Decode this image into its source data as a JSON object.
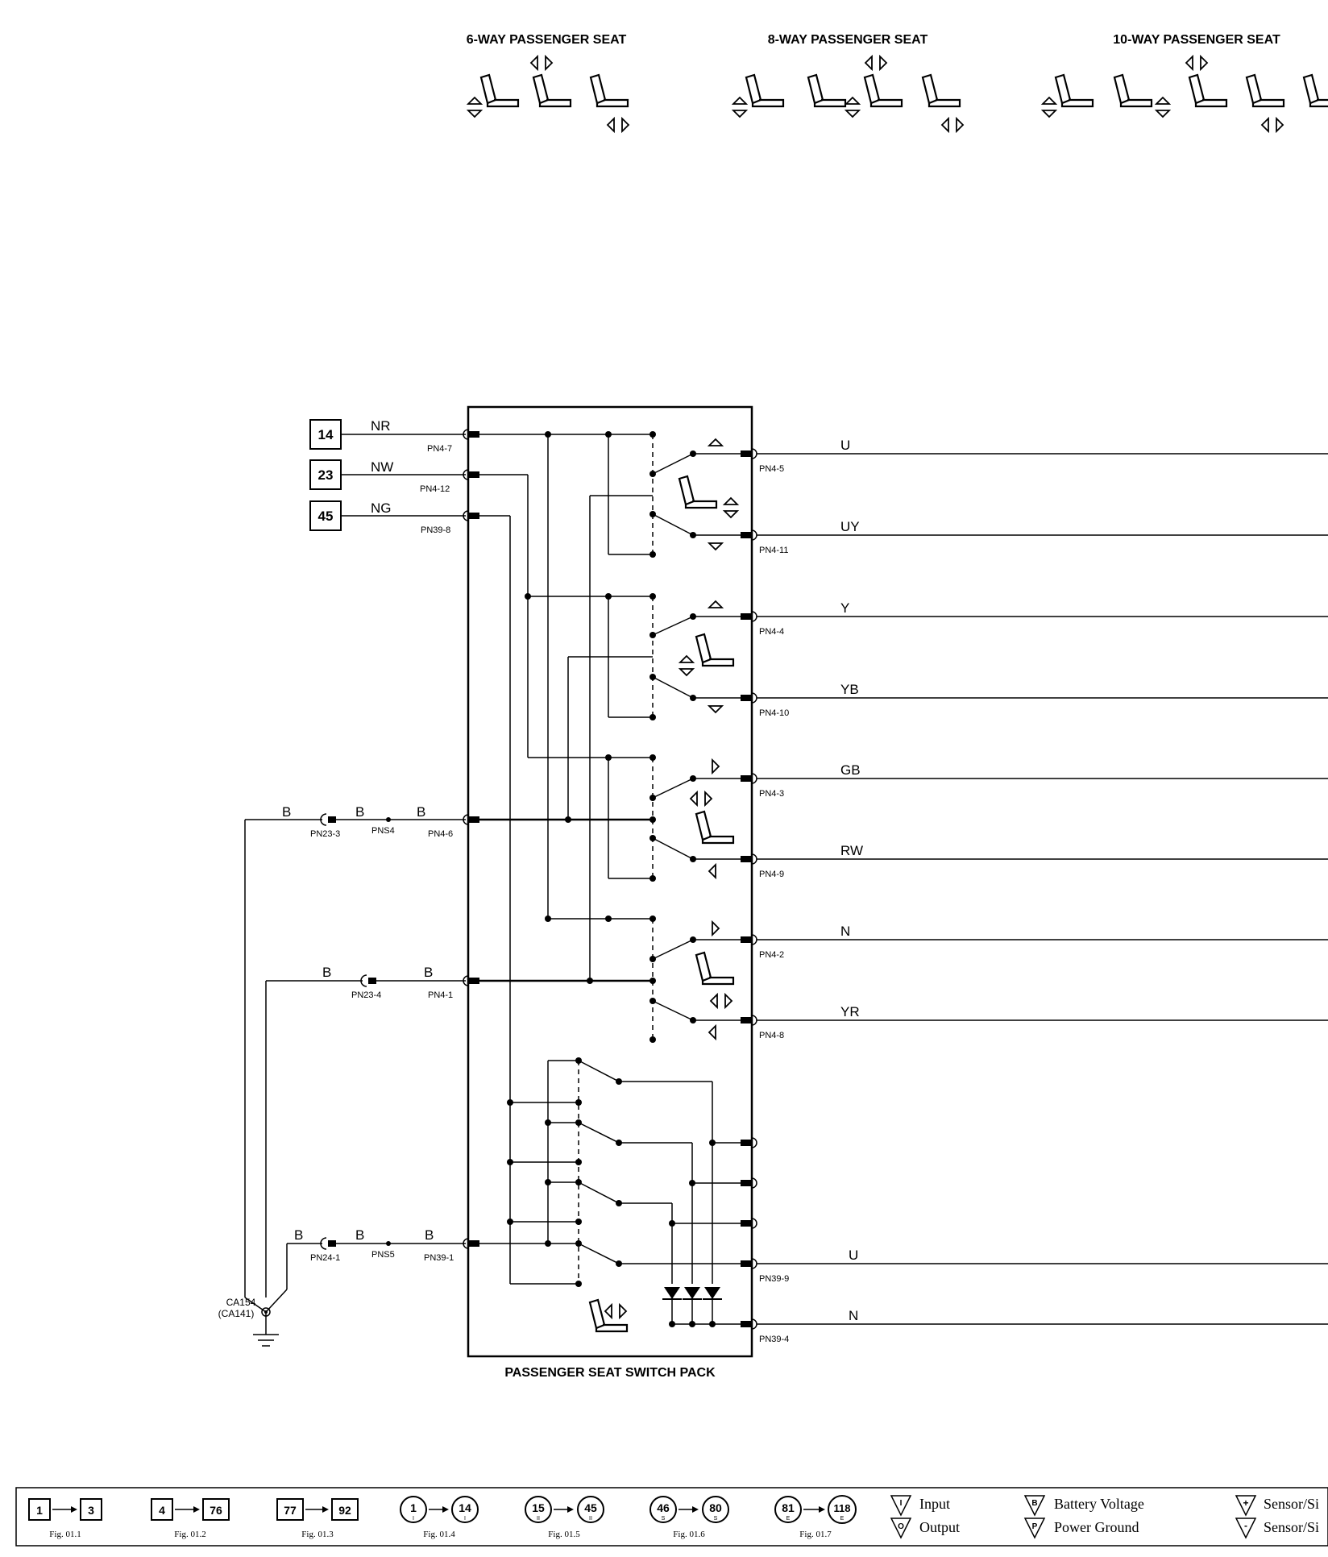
{
  "seat_headers": {
    "six_way": "6-WAY PASSENGER SEAT",
    "eight_way": "8-WAY PASSENGER SEAT",
    "ten_way": "10-WAY PASSENGER SEAT"
  },
  "component_label": "PASSENGER SEAT SWITCH PACK",
  "source_refs": {
    "nr": "14",
    "nw": "23",
    "ng": "45"
  },
  "input_wires": [
    {
      "color": "NR",
      "pin": "PN4-7"
    },
    {
      "color": "NW",
      "pin": "PN4-12"
    },
    {
      "color": "NG",
      "pin": "PN39-8"
    }
  ],
  "ground_wires": {
    "b": "B",
    "pn23_3": "PN23-3",
    "pns4": "PNS4",
    "pn4_6": "PN4-6",
    "pn23_4": "PN23-4",
    "pn4_1": "PN4-1",
    "pn24_1": "PN24-1",
    "pns5": "PNS5",
    "pn39_1": "PN39-1"
  },
  "ground_point": {
    "line1": "CA154",
    "line2": "(CA141)"
  },
  "outputs": [
    {
      "color": "U",
      "pin": "PN4-5"
    },
    {
      "color": "UY",
      "pin": "PN4-11"
    },
    {
      "color": "Y",
      "pin": "PN4-4"
    },
    {
      "color": "YB",
      "pin": "PN4-10"
    },
    {
      "color": "GB",
      "pin": "PN4-3"
    },
    {
      "color": "RW",
      "pin": "PN4-9"
    },
    {
      "color": "N",
      "pin": "PN4-2"
    },
    {
      "color": "YR",
      "pin": "PN4-8"
    },
    {
      "color": "U",
      "pin": "PN39-9"
    },
    {
      "color": "N",
      "pin": "PN39-4"
    }
  ],
  "legend": {
    "refs": [
      {
        "from": "1",
        "to": "3",
        "fig": "Fig. 01.1",
        "shape": "square"
      },
      {
        "from": "4",
        "to": "76",
        "fig": "Fig. 01.2",
        "shape": "square"
      },
      {
        "from": "77",
        "to": "92",
        "fig": "Fig. 01.3",
        "shape": "square"
      },
      {
        "from": "1",
        "to": "14",
        "sub": "I",
        "fig": "Fig. 01.4",
        "shape": "circle"
      },
      {
        "from": "15",
        "to": "45",
        "sub": "II",
        "fig": "Fig. 01.5",
        "shape": "circle"
      },
      {
        "from": "46",
        "to": "80",
        "sub": "S",
        "fig": "Fig. 01.6",
        "shape": "circle"
      },
      {
        "from": "81",
        "to": "118",
        "sub": "E",
        "fig": "Fig. 01.7",
        "shape": "circle"
      }
    ],
    "symbols": {
      "input_letter": "I",
      "input": "Input",
      "output_letter": "O",
      "output": "Output",
      "battery_letter": "B",
      "battery": "Battery Voltage",
      "ground_letter": "P",
      "ground": "Power Ground",
      "sensor_plus_letter": "+",
      "sensor_plus": "Sensor/Si",
      "sensor_minus_letter": "-",
      "sensor_minus": "Sensor/Si"
    }
  }
}
